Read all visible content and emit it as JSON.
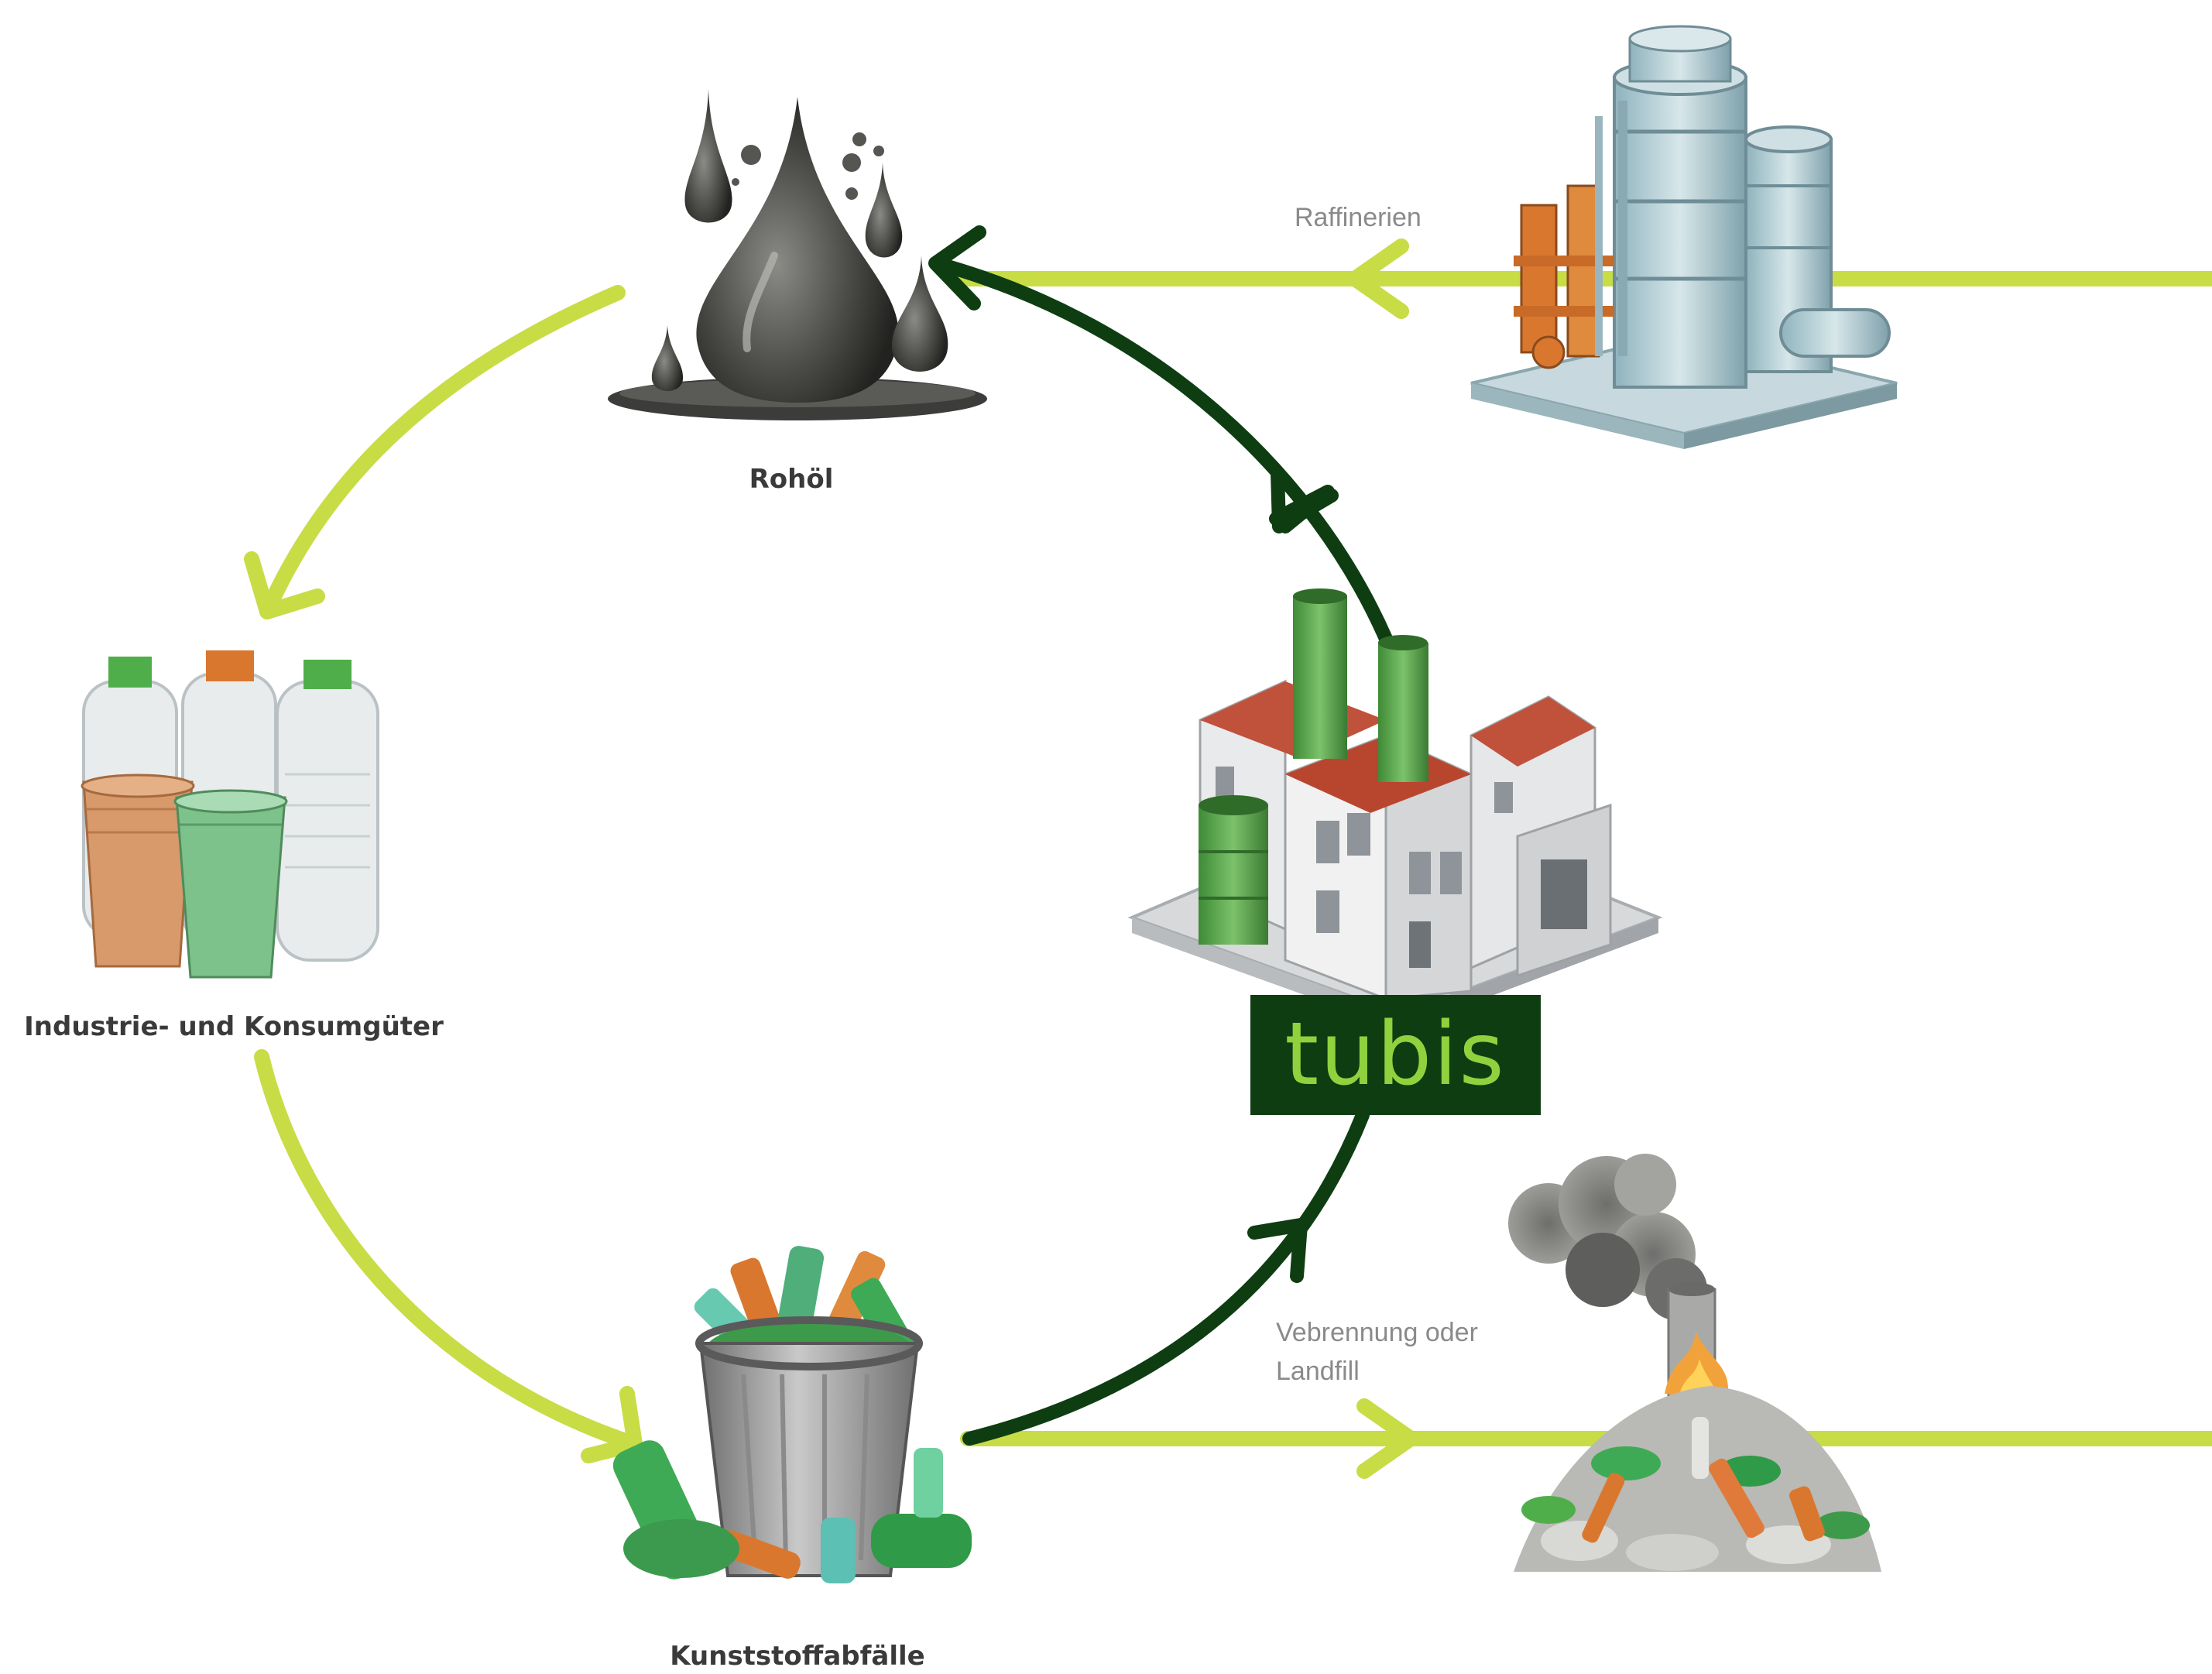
{
  "nodes": {
    "crude_oil": {
      "label": "Rohöl"
    },
    "goods": {
      "label": "Industrie- und Konsumgüter"
    },
    "waste": {
      "label": "Kunststoffabfälle"
    },
    "brand": {
      "logo_text": "tubis"
    }
  },
  "annotations": {
    "refineries": "Raffinerien",
    "incineration_line1": "Vebrennung oder",
    "incineration_line2": "Landfill"
  },
  "colors": {
    "cycle_arrow": "#c8dc46",
    "tubis_arrow": "#0e3d12",
    "logo_bg": "#0e3d12",
    "logo_text": "#8fd23e",
    "label_text": "#3a3a3a",
    "annotation_text": "#8a8a8a"
  },
  "icons": {
    "crude_oil": "oil-drop-icon",
    "refinery": "refinery-plant-icon",
    "goods": "plastic-bottles-cups-icon",
    "factory": "tubis-factory-icon",
    "waste": "plastic-waste-bin-icon",
    "landfill": "burning-landfill-icon"
  }
}
